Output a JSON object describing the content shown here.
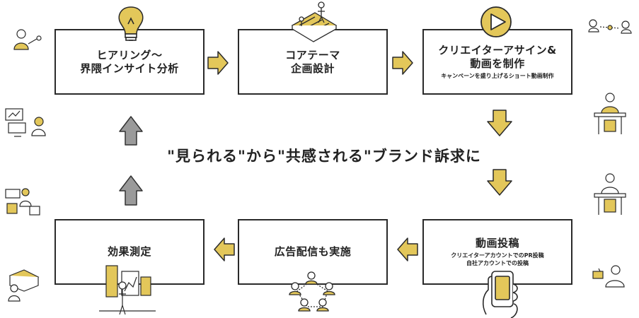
{
  "steps": [
    {
      "title": "ヒアリング〜\n界隈インサイト分析",
      "sub": ""
    },
    {
      "title": "コアテーマ\n企画設計",
      "sub": ""
    },
    {
      "title": "クリエイターアサイン&\n動画を制作",
      "sub": "キャンペーンを盛り上げるショート動画制作"
    },
    {
      "title": "動画投稿",
      "sub": "クリエイターアカウントでのPR投稿\n自社アカウントでの投稿"
    },
    {
      "title": "広告配信も実施",
      "sub": ""
    },
    {
      "title": "効果測定",
      "sub": ""
    }
  ],
  "center_message": "\"見られる\"から\"共感される\"ブランド訴求に",
  "colors": {
    "accent": "#e3c75a",
    "outline": "#2a2a2a",
    "up_arrow": "#9a9a9a"
  },
  "icons": [
    "lightbulb-icon",
    "map-person-icon",
    "play-button-icon",
    "smartphone-hand-icon",
    "people-network-icon",
    "analyst-chart-icon"
  ]
}
